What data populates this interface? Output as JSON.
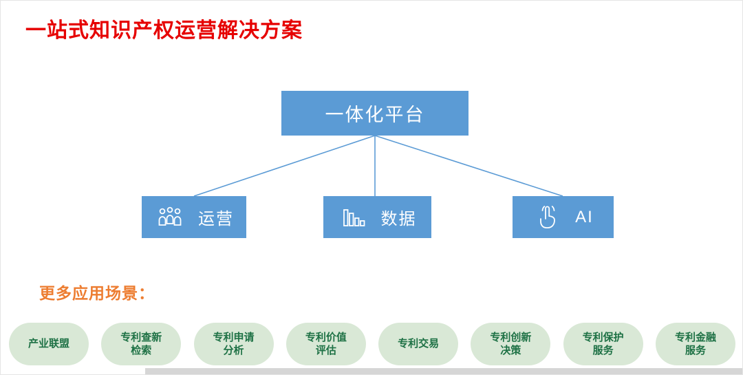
{
  "page": {
    "title": "一站式知识产权运营解决方案",
    "more_label": "更多应用场景："
  },
  "platform": {
    "label": "一体化平台"
  },
  "branches": [
    {
      "label": "运营",
      "icon": "people-icon"
    },
    {
      "label": "数据",
      "icon": "bar-chart-icon"
    },
    {
      "label": "AI",
      "icon": "touch-icon"
    }
  ],
  "pills": [
    {
      "label": "产业联盟"
    },
    {
      "label": "专利查新\n检索"
    },
    {
      "label": "专利申请\n分析"
    },
    {
      "label": "专利价值\n评估"
    },
    {
      "label": "专利交易"
    },
    {
      "label": "专利创新\n决策"
    },
    {
      "label": "专利保护\n服务"
    },
    {
      "label": "专利金融\n服务"
    }
  ],
  "colors": {
    "title_red": "#e60000",
    "box_blue": "#5b9bd5",
    "connector_blue": "#5b9bd5",
    "scenario_orange": "#ed7d31",
    "pill_background": "#d9e8d6",
    "pill_text": "#1e7145"
  }
}
